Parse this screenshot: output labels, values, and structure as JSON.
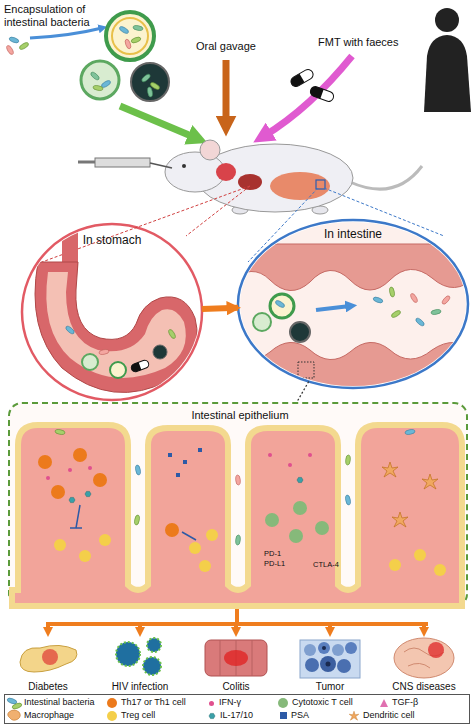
{
  "diagram": {
    "nodes": [
      {
        "text": [
          "In stomach"
        ]
      },
      {
        "text": [
          "In intestine"
        ]
      },
      {
        "text": [
          "Intestinal epithelium"
        ]
      }
    ],
    "edges": [
      {
        "from": 0,
        "to": 1,
        "arrow": "to"
      },
      {
        "from": 1,
        "to": 2,
        "arrow": "none"
      }
    ],
    "labels": [
      "Encapsulation of intestinal bacteria",
      "Oral gavage",
      "FMT with faeces",
      "PD-1",
      "PD-L1",
      "CTLA-4",
      "Diabetes",
      "HIV infection",
      "Colitis",
      "Tumor",
      "CNS diseases"
    ],
    "legend": [
      {
        "text": "Intestinal bacteria"
      },
      {
        "text": "Th17 or Th1 cell",
        "color": "#ec7a1c"
      },
      {
        "text": "IFN-γ",
        "color": "#e0508e"
      },
      {
        "text": "Cytotoxic T cell",
        "color": "#86b97a"
      },
      {
        "text": "TGF-β"
      },
      {
        "text": "Macrophage"
      },
      {
        "text": "Treg cell",
        "color": "#f4cf4a"
      },
      {
        "text": "IL-17/10"
      },
      {
        "text": "PSA",
        "color": "#2d5aa6"
      },
      {
        "text": "Dendritic cell"
      }
    ]
  }
}
